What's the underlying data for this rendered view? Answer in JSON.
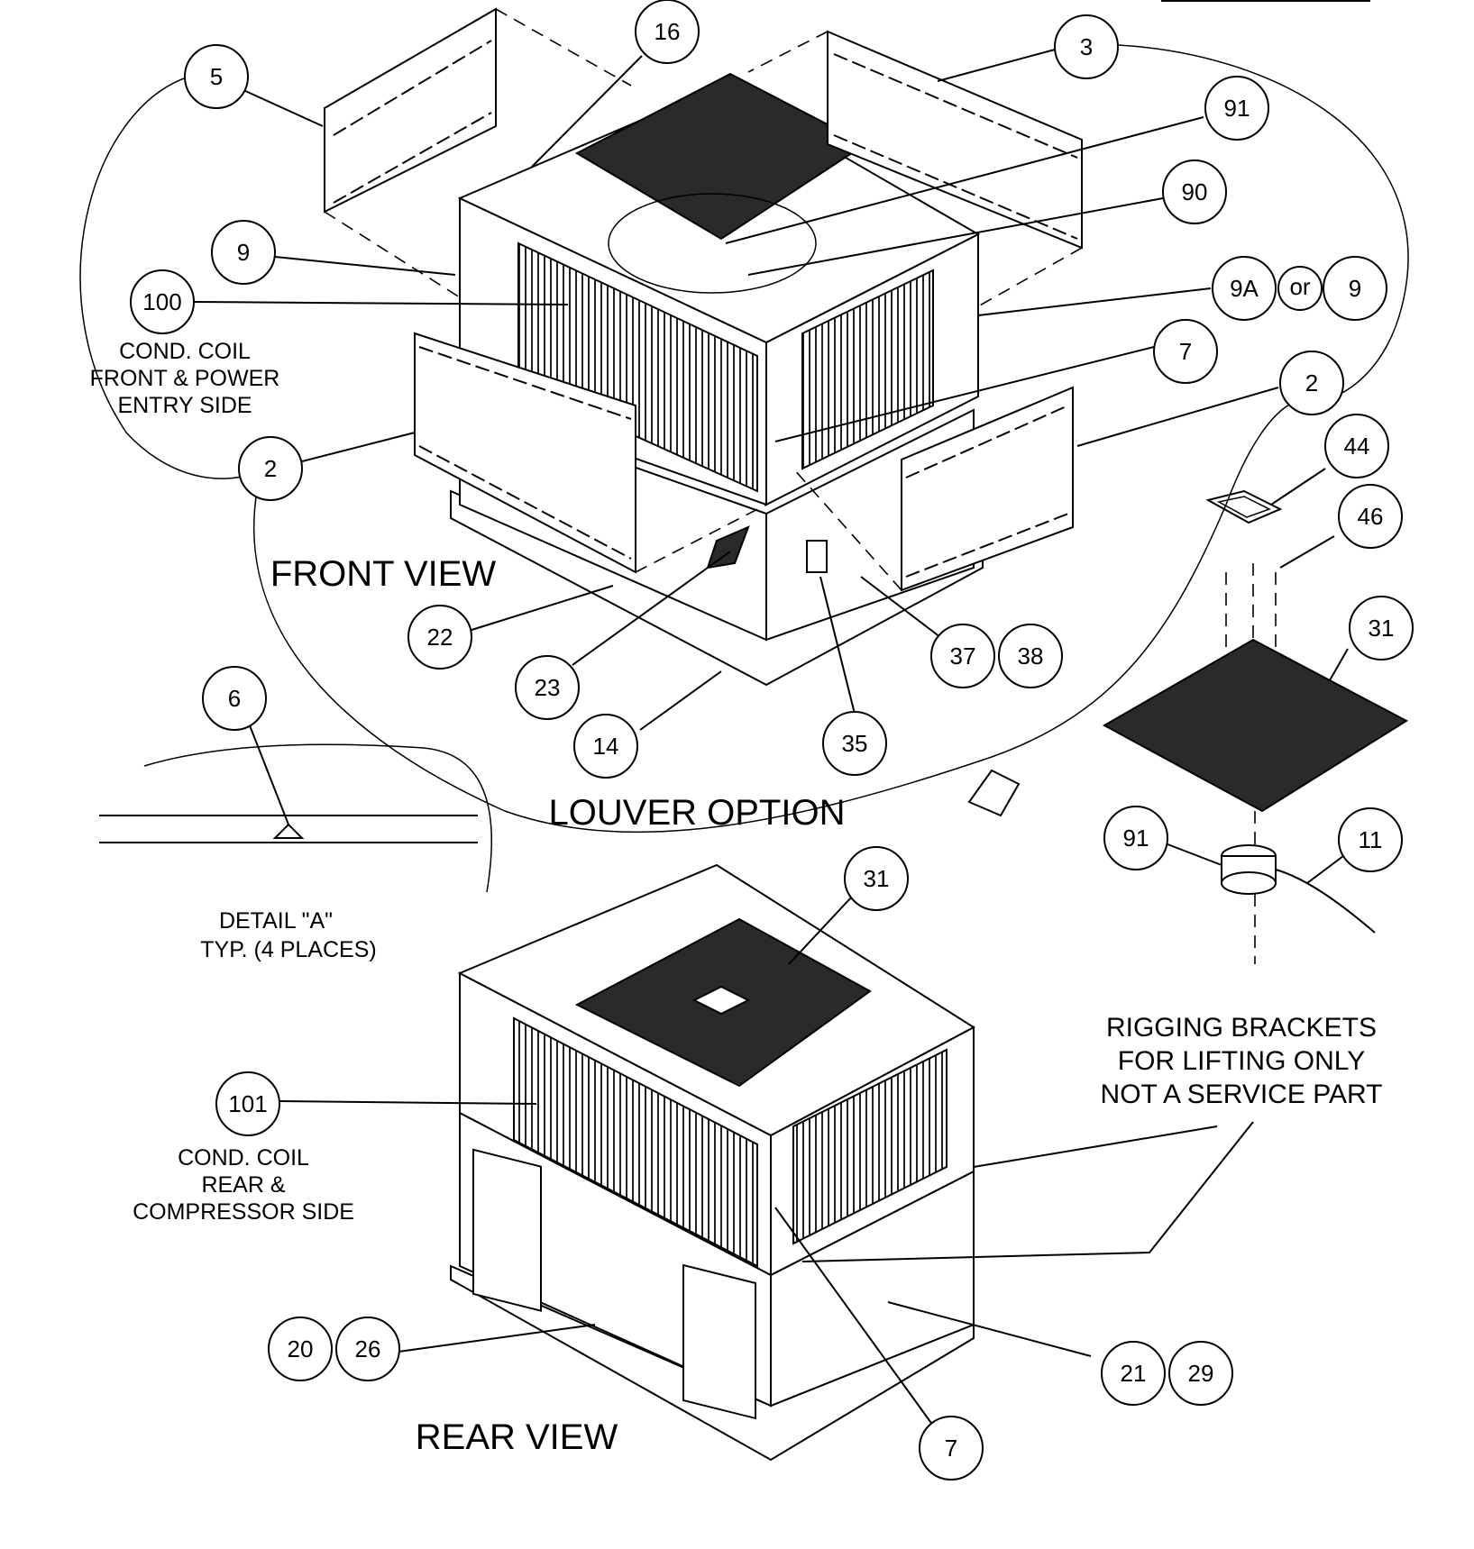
{
  "callouts": {
    "c_16": "16",
    "c_3": "3",
    "c_5": "5",
    "c_91a": "91",
    "c_90": "90",
    "c_9a": "9",
    "c_100": "100",
    "c_9A": "9A",
    "c_or": "or",
    "c_9b": "9",
    "c_7a": "7",
    "c_2a": "2",
    "c_2b": "2",
    "c_44": "44",
    "c_46": "46",
    "c_22": "22",
    "c_23": "23",
    "c_37": "37",
    "c_38": "38",
    "c_31a": "31",
    "c_14": "14",
    "c_35": "35",
    "c_6": "6",
    "c_91b": "91",
    "c_11": "11",
    "c_31b": "31",
    "c_101": "101",
    "c_20": "20",
    "c_26": "26",
    "c_21": "21",
    "c_29": "29",
    "c_7b": "7"
  },
  "labels": {
    "front_coil_1": "COND. COIL",
    "front_coil_2": "FRONT & POWER",
    "front_coil_3": "ENTRY SIDE",
    "front_view": "FRONT VIEW",
    "louver_option": "LOUVER OPTION",
    "detail_1": "DETAIL \"A\"",
    "detail_2": "TYP. (4 PLACES)",
    "rear_coil_1": "COND. COIL",
    "rear_coil_2": "REAR &",
    "rear_coil_3": "COMPRESSOR SIDE",
    "rigging_1": "RIGGING BRACKETS",
    "rigging_2": "FOR LIFTING ONLY",
    "rigging_3": "NOT A SERVICE PART",
    "rear_view": "REAR VIEW"
  }
}
